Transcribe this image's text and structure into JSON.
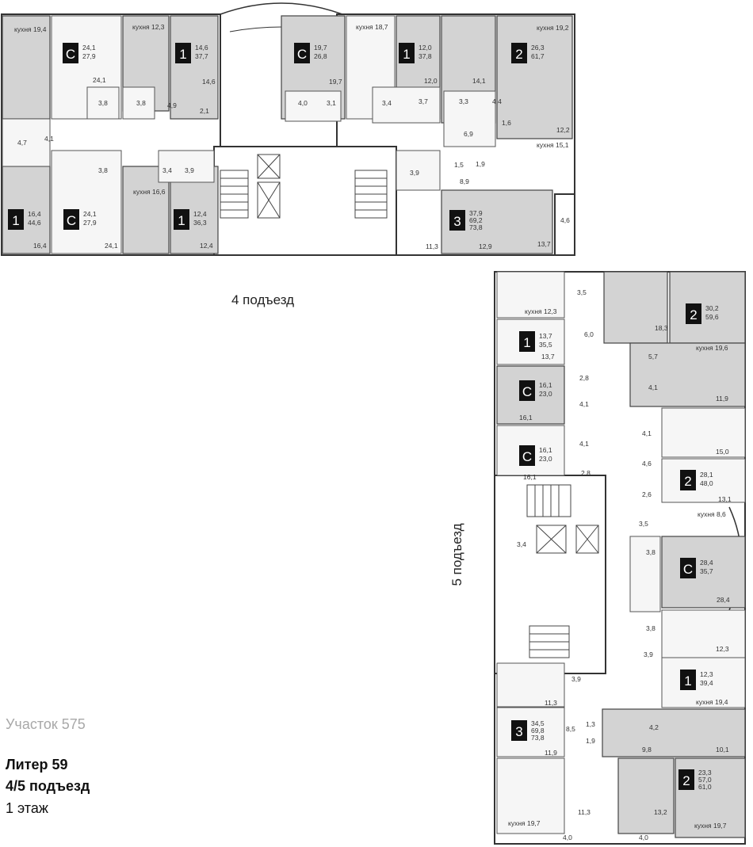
{
  "labels": {
    "entrance4": "4 подъезд",
    "entrance5": "5 подъезд",
    "site": "Участок 575",
    "liter": "Литер 59",
    "entrances": "4/5 подъезд",
    "floor": "1 этаж"
  },
  "colors": {
    "wall": "#333333",
    "unit_fill": "#d3d3d3",
    "room_fill": "#f4f4f4",
    "badge": "#111111",
    "text_muted": "#a8a8a8"
  },
  "apartments": [
    {
      "type": "C",
      "areas": [
        "24,1",
        "27,9"
      ]
    },
    {
      "type": "1",
      "areas": [
        "14,6",
        "37,7"
      ]
    },
    {
      "type": "C",
      "areas": [
        "19,7",
        "26,8"
      ]
    },
    {
      "type": "1",
      "areas": [
        "12,0",
        "37,8"
      ]
    },
    {
      "type": "2",
      "areas": [
        "26,3",
        "61,7"
      ]
    },
    {
      "type": "1",
      "areas": [
        "16,4",
        "44,6"
      ]
    },
    {
      "type": "C",
      "areas": [
        "24,1",
        "27,9"
      ]
    },
    {
      "type": "1",
      "areas": [
        "12,4",
        "36,3"
      ]
    },
    {
      "type": "3",
      "areas": [
        "37,9",
        "69,2",
        "73,8"
      ]
    },
    {
      "type": "1",
      "areas": [
        "13,7",
        "35,5"
      ]
    },
    {
      "type": "C",
      "areas": [
        "16,1",
        "23,0"
      ]
    },
    {
      "type": "C",
      "areas": [
        "16,1",
        "23,0"
      ]
    },
    {
      "type": "2",
      "areas": [
        "30,2",
        "59,6"
      ]
    },
    {
      "type": "2",
      "areas": [
        "28,1",
        "48,0"
      ]
    },
    {
      "type": "C",
      "areas": [
        "28,4",
        "35,7"
      ]
    },
    {
      "type": "1",
      "areas": [
        "12,3",
        "39,4"
      ]
    },
    {
      "type": "3",
      "areas": [
        "34,5",
        "69,8",
        "73,8"
      ]
    },
    {
      "type": "2",
      "areas": [
        "23,3",
        "57,0",
        "61,0"
      ]
    }
  ],
  "rooms": [
    "кухня 19,4",
    "кухня 12,3",
    "24,1",
    "3,8",
    "3,8",
    "4,9",
    "14,6",
    "2,1",
    "4,7",
    "4,1",
    "кухня 18,7",
    "19,7",
    "4,0",
    "3,1",
    "3,4",
    "3,7",
    "12,0",
    "кухня 19,2",
    "14,1",
    "3,3",
    "4,4",
    "1,6",
    "6,9",
    "12,2",
    "кухня 15,1",
    "1,5",
    "1,9",
    "8,9",
    "3,8",
    "3,4",
    "3,9",
    "кухня 16,6",
    "16,4",
    "24,1",
    "12,4",
    "3,9",
    "11,3",
    "12,9",
    "4,6",
    "13,7",
    "3,5",
    "кухня 12,3",
    "6,0",
    "13,7",
    "2,8",
    "4,1",
    "16,1",
    "4,1",
    "2,8",
    "16,1",
    "18,3",
    "кухня 19,6",
    "5,7",
    "4,1",
    "11,9",
    "4,1",
    "15,0",
    "4,6",
    "2,6",
    "13,1",
    "кухня 8,6",
    "3,5",
    "3,8",
    "28,4",
    "3,4",
    "3,8",
    "12,3",
    "3,9",
    "3,9",
    "11,3",
    "кухня 19,4",
    "8,5",
    "1,3",
    "1,9",
    "4,2",
    "9,8",
    "10,1",
    "11,9",
    "кухня 19,7",
    "11,3",
    "13,2",
    "кухня 19,7",
    "4,0",
    "4,0"
  ]
}
